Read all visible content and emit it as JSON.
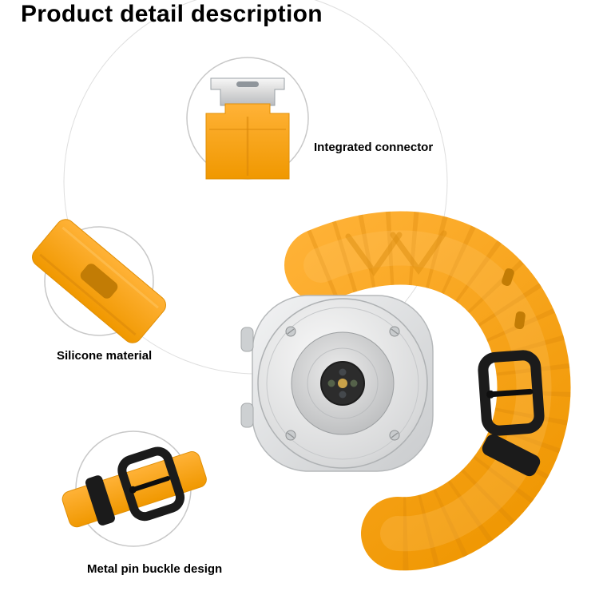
{
  "page": {
    "title": "Product detail description",
    "background_color": "#ffffff"
  },
  "callouts": [
    {
      "id": "integrated-connector",
      "label": "Integrated connector"
    },
    {
      "id": "silicone-material",
      "label": "Silicone material"
    },
    {
      "id": "metal-pin-buckle",
      "label": "Metal pin buckle design"
    }
  ],
  "product": {
    "colors": {
      "strap": "#F7A01E",
      "strap_shadow": "#D8860A",
      "strap_slot": "#C27C05",
      "buckle": "#1B1B1B",
      "watch_case": "#D6D6D6",
      "circle_outline": "#C8C8C8",
      "label_text": "#000000"
    }
  }
}
